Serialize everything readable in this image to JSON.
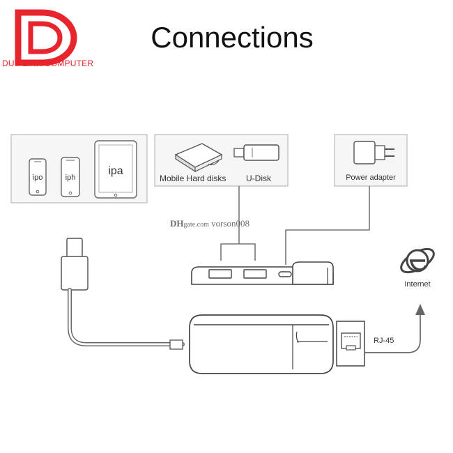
{
  "header": {
    "brand_name": "DUY LINH COMPUTER",
    "brand_color": "#e8242d",
    "title": "Connections"
  },
  "devices": {
    "phone_1_label": "ipo",
    "phone_2_label": "iph",
    "tablet_label": "ipa"
  },
  "storage": {
    "hdd_label": "Mobile Hard disks",
    "udisk_label": "U-Disk"
  },
  "power": {
    "label": "Power adapter"
  },
  "network": {
    "internet_label": "Internet",
    "port_label": "RJ-45"
  },
  "watermark": "vorson008"
}
